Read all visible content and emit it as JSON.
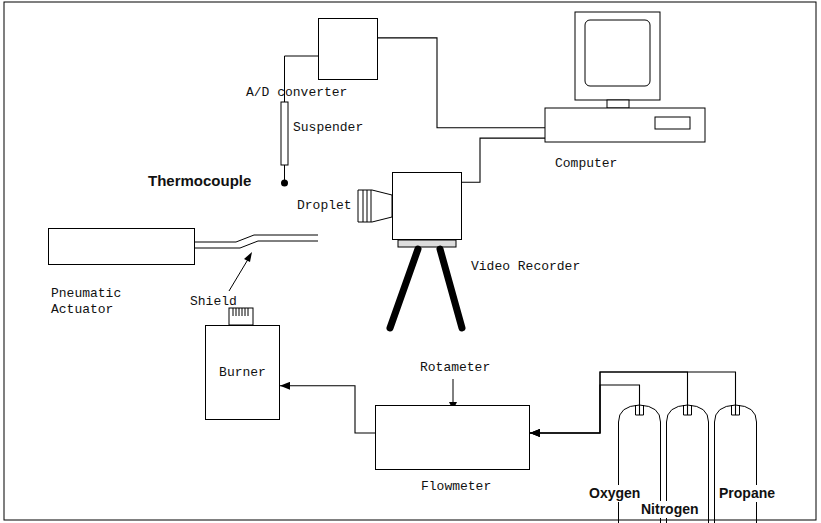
{
  "diagram": {
    "nodes": [
      {
        "text": [
          "A/D converter"
        ]
      },
      {
        "text": [
          "Computer"
        ]
      },
      {
        "text": [
          "Video Recorder"
        ]
      },
      {
        "text": [
          "Pneumatic Actuator"
        ]
      },
      {
        "text": [
          "Burner"
        ]
      },
      {
        "text": [
          "Flowmeter"
        ]
      },
      {
        "text": [
          "Oxygen"
        ]
      },
      {
        "text": [
          "Nitrogen"
        ]
      },
      {
        "text": [
          "Propane"
        ]
      }
    ],
    "edges": [
      {
        "from": 0,
        "to": 1,
        "arrow": "none"
      },
      {
        "from": 2,
        "to": 1,
        "arrow": "none"
      },
      {
        "from": 5,
        "to": 4,
        "arrow": "to"
      },
      {
        "from": 6,
        "to": 5,
        "arrow": "to"
      },
      {
        "from": 7,
        "to": 5,
        "arrow": "to"
      },
      {
        "from": 8,
        "to": 5,
        "arrow": "to"
      }
    ],
    "labels": [
      "Suspender",
      "Thermocouple",
      "Droplet",
      "Shield",
      "Rotameter"
    ]
  }
}
